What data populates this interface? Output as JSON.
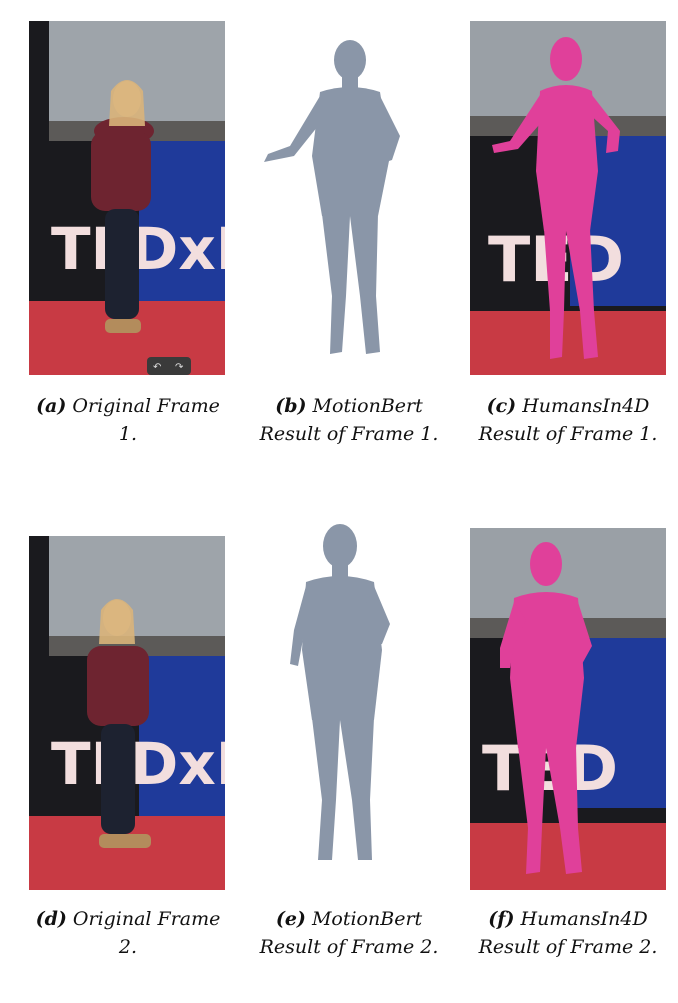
{
  "row1": {
    "a": {
      "letter": "(a)",
      "text": "Original Frame 1."
    },
    "b": {
      "letter": "(b)",
      "text": "MotionBert Result of Frame 1."
    },
    "c": {
      "letter": "(c)",
      "text": "HumansIn4D Result of Frame 1."
    }
  },
  "row2": {
    "d": {
      "letter": "(d)",
      "text": "Original Frame 2."
    },
    "e": {
      "letter": "(e)",
      "text": "MotionBert Result of Frame 2."
    },
    "f": {
      "letter": "(f)",
      "text": "HumansIn4D Result of Frame 2."
    }
  },
  "stage_logo": {
    "text": "TEDxK"
  },
  "colors": {
    "mesh_gray": "#8a96a8",
    "mesh_pink": "#e0409a",
    "stage_red": "#c83a44",
    "curtain_blue": "#1f3a9a"
  },
  "icons": [
    "undo-icon",
    "redo-icon"
  ]
}
